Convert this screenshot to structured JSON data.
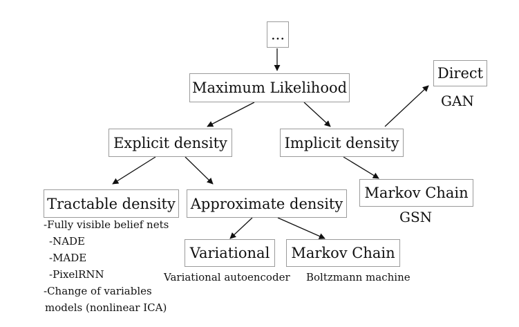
{
  "nodes": {
    "root": "...",
    "maximum_likelihood": "Maximum Likelihood",
    "explicit_density": "Explicit density",
    "implicit_density": "Implicit density",
    "direct": "Direct",
    "tractable_density": "Tractable density",
    "approximate_density": "Approximate density",
    "markov_chain_implicit": "Markov Chain",
    "variational": "Variational",
    "markov_chain_approx": "Markov Chain"
  },
  "labels": {
    "gan": "GAN",
    "gsn": "GSN",
    "variational_autoencoder": "Variational autoencoder",
    "boltzmann_machine": "Boltzmann machine"
  },
  "tractable_examples": [
    "-Fully visible belief nets",
    " -NADE",
    " -MADE",
    " -PixelRNN",
    "-Change of variables",
    "models (nonlinear ICA)"
  ],
  "colors": {
    "box_border": "#9a9a9a",
    "edge": "#111111",
    "text": "#111111"
  }
}
